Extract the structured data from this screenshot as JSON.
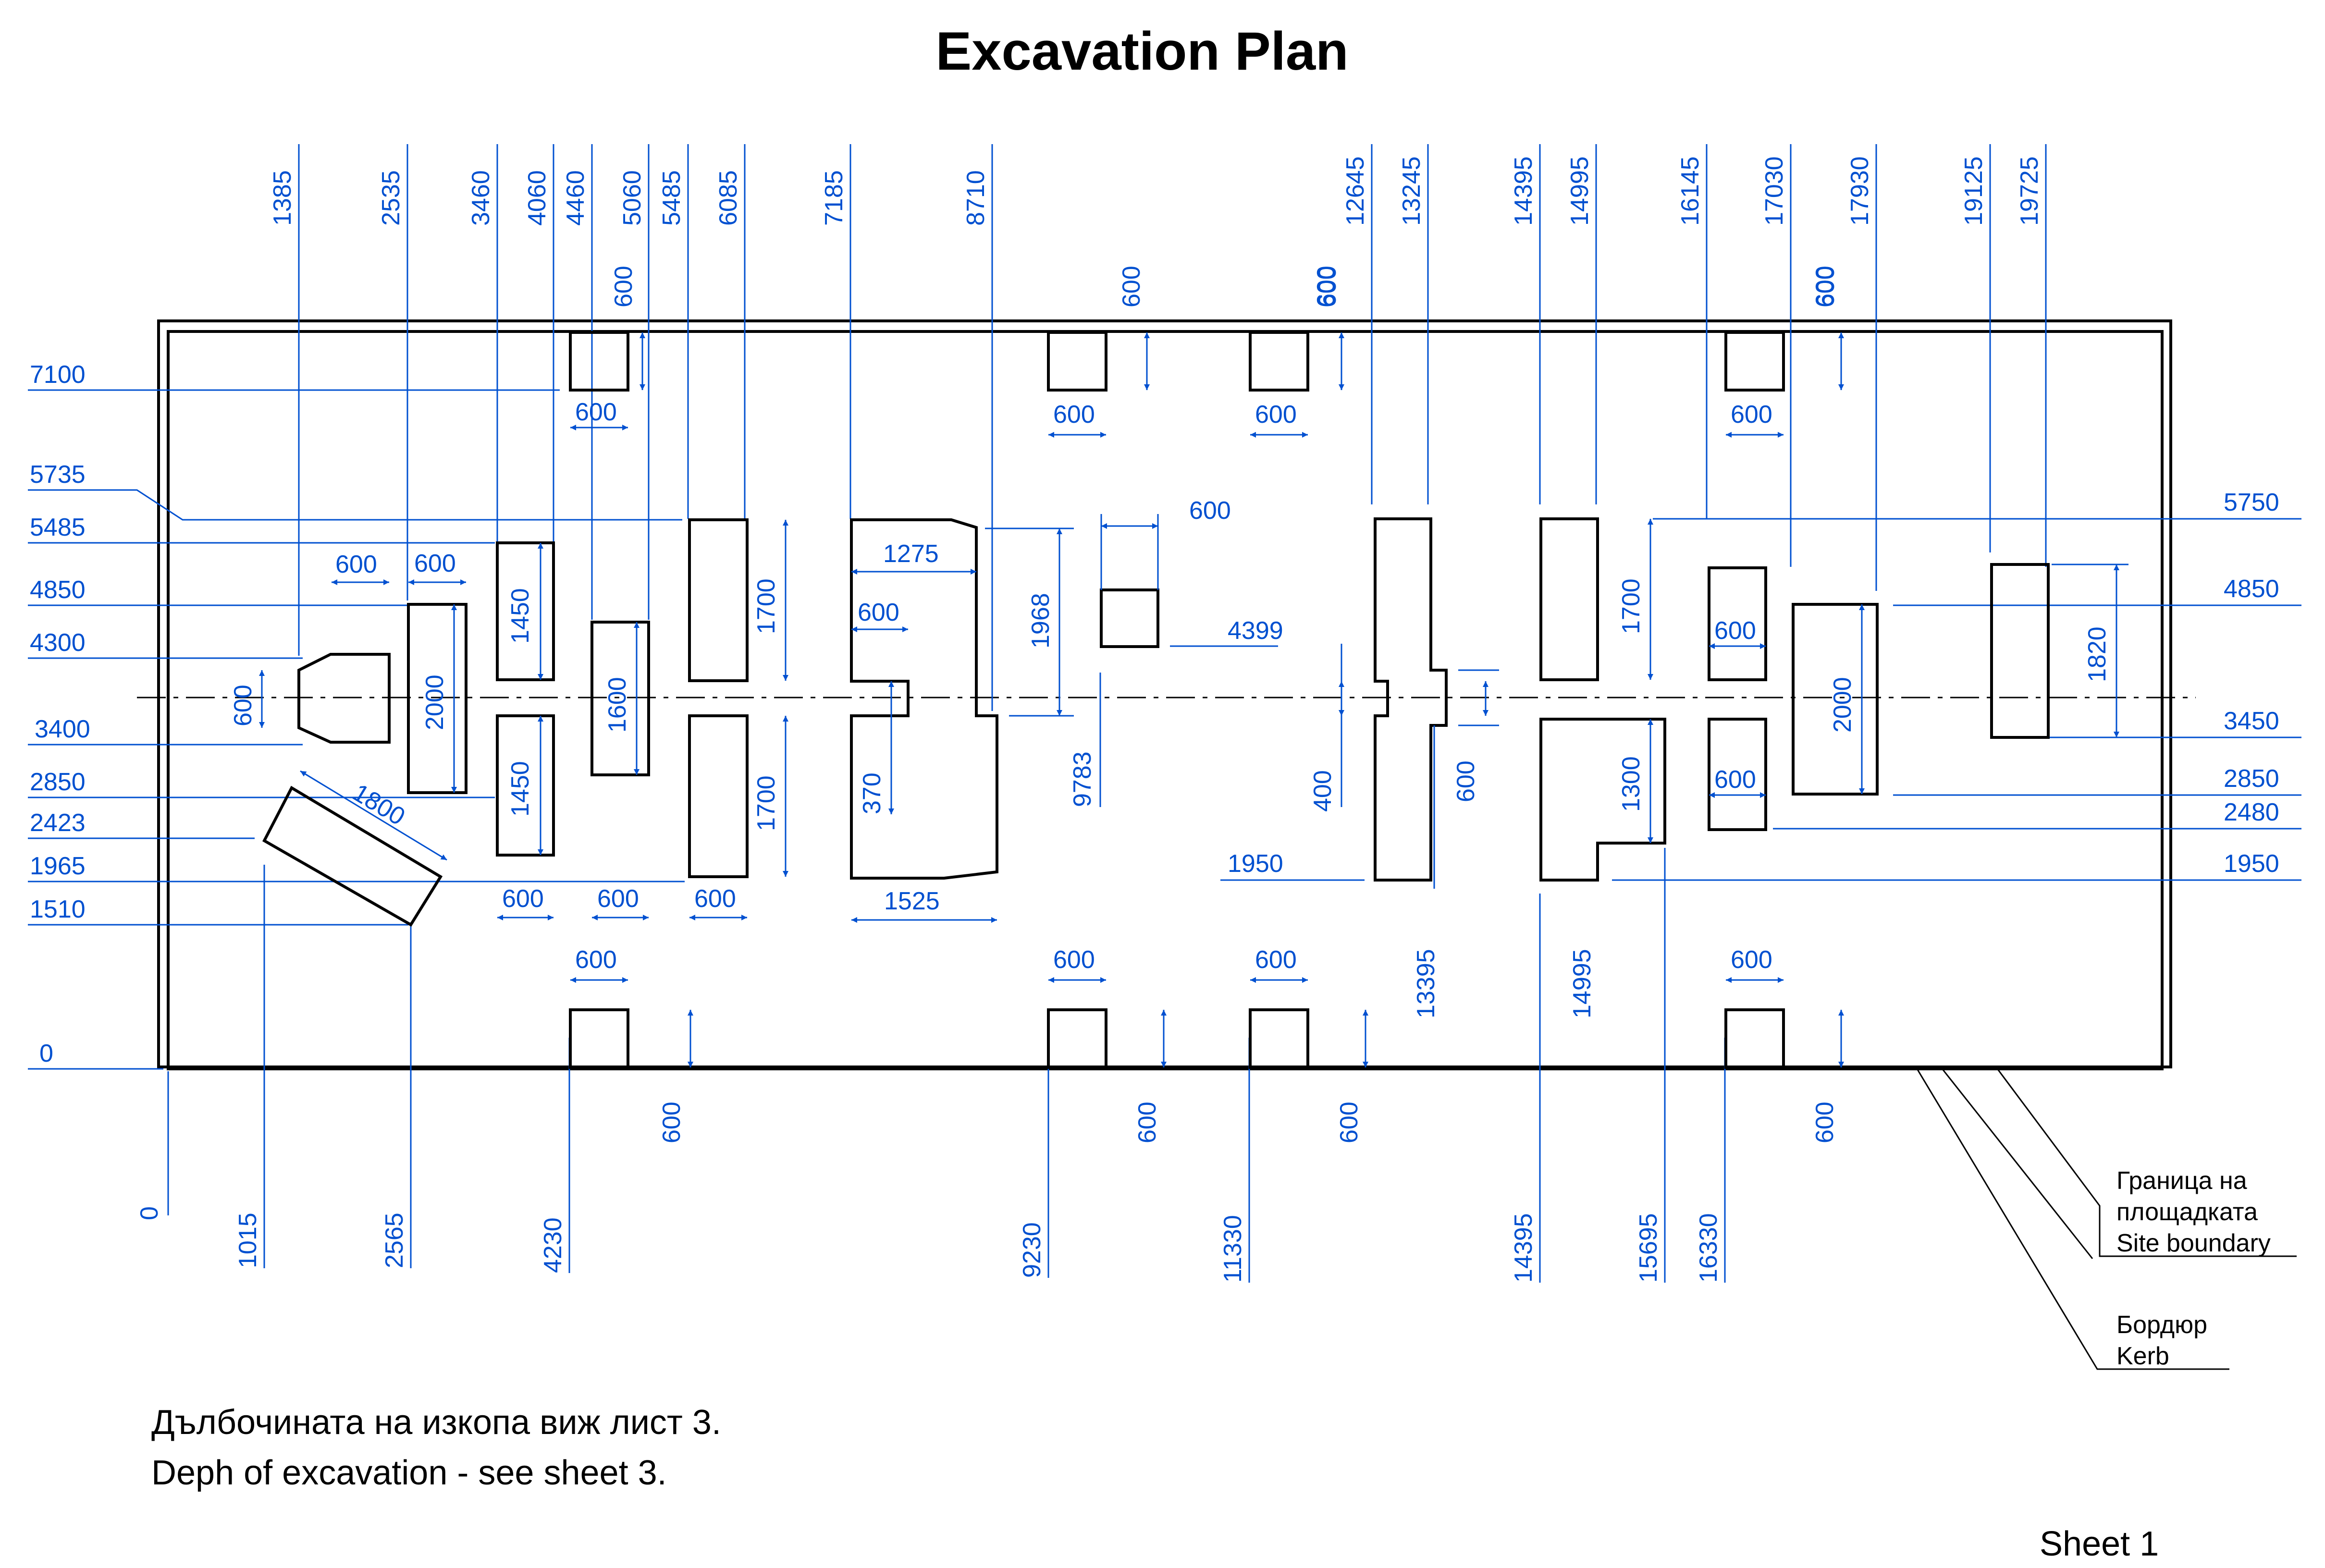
{
  "title": "Excavation Plan",
  "sheet": "Sheet 1",
  "notes": {
    "bg": "Дълбочината на изкопа виж лист 3.",
    "en": "Deph of excavation - see sheet 3."
  },
  "legend": {
    "site_bg1": "Граница на",
    "site_bg2": "площадката",
    "site_en": "Site boundary",
    "kerb_bg": "Бордюр",
    "kerb_en": "Kerb"
  },
  "top_ordinates": [
    "1385",
    "2535",
    "3460",
    "4060",
    "4460",
    "5060",
    "5485",
    "6085",
    "7185",
    "8710",
    "12645",
    "13245",
    "14395",
    "14995",
    "16145",
    "17030",
    "17930",
    "19125",
    "19725"
  ],
  "bottom_ordinates": [
    "0",
    "1015",
    "2565",
    "4230",
    "9230",
    "11330",
    "14395",
    "15695",
    "16330"
  ],
  "left_ordinates": [
    "7100",
    "5735",
    "5485",
    "4850",
    "4300",
    "3400",
    "2850",
    "2423",
    "1965",
    "1510",
    "0"
  ],
  "right_ordinates": [
    "5750",
    "4850",
    "3450",
    "2850",
    "2480",
    "1950"
  ],
  "dims": {
    "d600": "600",
    "d1800": "1800",
    "d2000": "2000",
    "d1450": "1450",
    "d1600": "1600",
    "d1700": "1700",
    "d1275": "1275",
    "d1968": "1968",
    "d370": "370",
    "d1525": "1525",
    "d9783": "9783",
    "d4399": "4399",
    "d1950": "1950",
    "d400": "400",
    "d13395": "13395",
    "d14995": "14995",
    "d1300": "1300",
    "d1820": "1820"
  },
  "colors": {
    "dimension": "#0050d0",
    "outline": "#000000"
  }
}
